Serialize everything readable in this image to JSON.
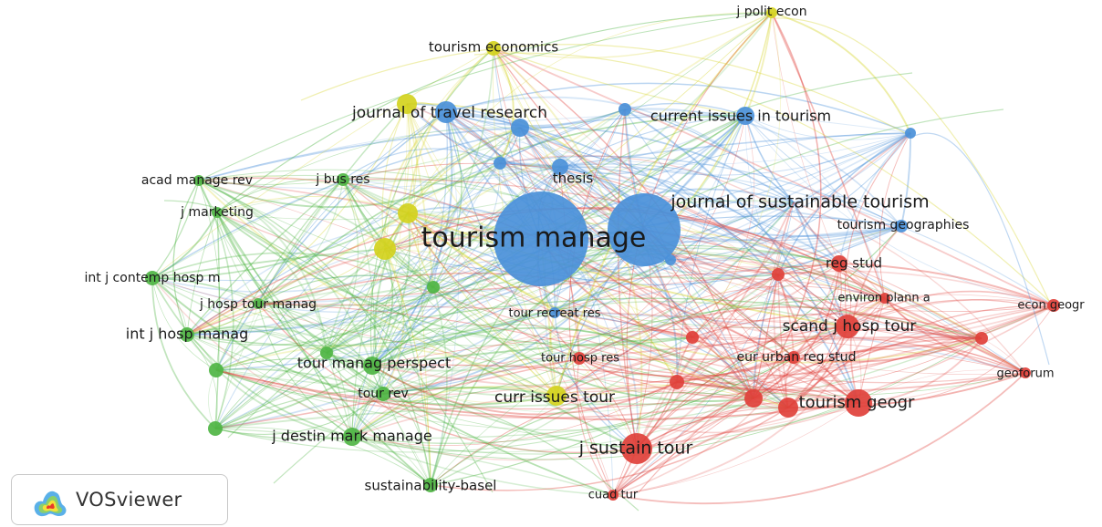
{
  "colors": {
    "blue": "#4a90d9",
    "yellow": "#d4d21e",
    "green": "#4fb544",
    "red": "#e0403a"
  },
  "nodes": [
    {
      "id": "tourism_manage",
      "label": "tourism manage",
      "cluster": "blue"
    },
    {
      "id": "jost_node",
      "label": "",
      "cluster": "blue"
    },
    {
      "id": "jtr_node",
      "label": "",
      "cluster": "blue"
    },
    {
      "id": "jtr_label",
      "label": "journal of travel research",
      "cluster": "yellow"
    },
    {
      "id": "current_issues",
      "label": "current issues in tourism",
      "cluster": "blue"
    },
    {
      "id": "thesis",
      "label": "thesis",
      "cluster": "blue"
    },
    {
      "id": "jost",
      "label": "journal of sustainable tourism",
      "cluster": "blue"
    },
    {
      "id": "tourism_geographies",
      "label": "tourism geographies",
      "cluster": "blue"
    },
    {
      "id": "tour_recreat_res",
      "label": "tour recreat res",
      "cluster": "blue"
    },
    {
      "id": "blue_a",
      "label": "",
      "cluster": "blue"
    },
    {
      "id": "blue_b",
      "label": "",
      "cluster": "blue"
    },
    {
      "id": "blue_c",
      "label": "",
      "cluster": "blue"
    },
    {
      "id": "blue_d",
      "label": "",
      "cluster": "blue"
    },
    {
      "id": "blue_e",
      "label": "",
      "cluster": "blue"
    },
    {
      "id": "tourism_economics",
      "label": "tourism economics",
      "cluster": "yellow"
    },
    {
      "id": "j_polit_econ",
      "label": "j polit econ",
      "cluster": "yellow"
    },
    {
      "id": "yellow_a",
      "label": "",
      "cluster": "yellow"
    },
    {
      "id": "yellow_b",
      "label": "",
      "cluster": "yellow"
    },
    {
      "id": "curr_issues_tour",
      "label": "curr issues tour",
      "cluster": "yellow"
    },
    {
      "id": "acad_manage_rev",
      "label": "acad manage rev",
      "cluster": "green"
    },
    {
      "id": "j_bus_res",
      "label": "j bus res",
      "cluster": "green"
    },
    {
      "id": "j_marketing",
      "label": "j marketing",
      "cluster": "green"
    },
    {
      "id": "int_j_contemp",
      "label": "int j contemp hosp m",
      "cluster": "green"
    },
    {
      "id": "j_hosp_tour_manag",
      "label": "j hosp tour manag",
      "cluster": "green"
    },
    {
      "id": "int_j_hosp_manag",
      "label": "int j hosp manag",
      "cluster": "green"
    },
    {
      "id": "tour_manag_perspect",
      "label": "tour manag perspect",
      "cluster": "green"
    },
    {
      "id": "tour_rev",
      "label": "tour rev",
      "cluster": "green"
    },
    {
      "id": "j_destin",
      "label": "j destin mark manage",
      "cluster": "green"
    },
    {
      "id": "sustainability",
      "label": "sustainability-basel",
      "cluster": "green"
    },
    {
      "id": "green_a",
      "label": "",
      "cluster": "green"
    },
    {
      "id": "green_b",
      "label": "",
      "cluster": "green"
    },
    {
      "id": "green_c",
      "label": "",
      "cluster": "green"
    },
    {
      "id": "green_d",
      "label": "",
      "cluster": "green"
    },
    {
      "id": "reg_stud",
      "label": "reg stud",
      "cluster": "red"
    },
    {
      "id": "environ_plann",
      "label": "environ plann a",
      "cluster": "red"
    },
    {
      "id": "econ_geogr",
      "label": "econ geogr",
      "cluster": "red"
    },
    {
      "id": "scand_j",
      "label": "scand j hosp tour",
      "cluster": "red"
    },
    {
      "id": "tour_hosp_res",
      "label": "tour hosp res",
      "cluster": "red"
    },
    {
      "id": "eur_urban",
      "label": "eur urban reg stud",
      "cluster": "red"
    },
    {
      "id": "geoforum",
      "label": "geoforum",
      "cluster": "red"
    },
    {
      "id": "tourism_geogr",
      "label": "tourism geogr",
      "cluster": "red"
    },
    {
      "id": "j_sustain_tour",
      "label": "j sustain tour",
      "cluster": "red"
    },
    {
      "id": "cuad_tur",
      "label": "cuad tur",
      "cluster": "red"
    },
    {
      "id": "red_a",
      "label": "",
      "cluster": "red"
    },
    {
      "id": "red_b",
      "label": "",
      "cluster": "red"
    },
    {
      "id": "red_c",
      "label": "",
      "cluster": "red"
    },
    {
      "id": "red_d",
      "label": "",
      "cluster": "red"
    },
    {
      "id": "red_e",
      "label": "",
      "cluster": "red"
    },
    {
      "id": "red_f",
      "label": "",
      "cluster": "red"
    }
  ],
  "brand": {
    "name": "VOSviewer",
    "icon": "vosviewer-logo-icon"
  }
}
